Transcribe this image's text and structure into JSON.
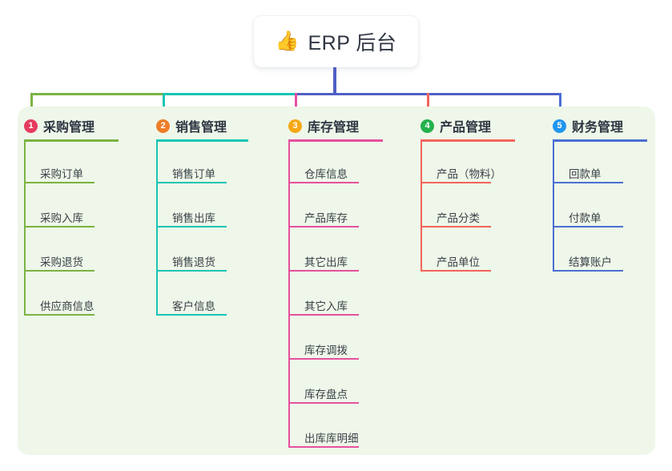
{
  "root": {
    "icon": "thumbs-up-emoji",
    "icon_glyph": "👍",
    "title": "ERP 后台"
  },
  "palette": {
    "page_background": "#ffffff",
    "panel_background": "#eef7e9",
    "trunk": "#4f5fc4",
    "text": "#2f3542",
    "leaf_text": "#3b4048"
  },
  "columns": [
    {
      "index": "1",
      "title": "采购管理",
      "line_color": "#7cb342",
      "badge_color": "#e63b60",
      "items": [
        "采购订单",
        "采购入库",
        "采购退货",
        "供应商信息"
      ]
    },
    {
      "index": "2",
      "title": "销售管理",
      "line_color": "#18c5b4",
      "badge_color": "#ef7d29",
      "items": [
        "销售订单",
        "销售出库",
        "销售退货",
        "客户信息"
      ]
    },
    {
      "index": "3",
      "title": "库存管理",
      "line_color": "#e6509f",
      "badge_color": "#f5a814",
      "items": [
        "仓库信息",
        "产品库存",
        "其它出库",
        "其它入库",
        "库存调拨",
        "库存盘点",
        "出库库明细"
      ]
    },
    {
      "index": "4",
      "title": "产品管理",
      "line_color": "#f2645c",
      "badge_color": "#23b14d",
      "items": [
        "产品（物料）",
        "产品分类",
        "产品单位"
      ]
    },
    {
      "index": "5",
      "title": "财务管理",
      "line_color": "#4a6fd4",
      "badge_color": "#2196f0",
      "items": [
        "回款单",
        "付款单",
        "结算账户"
      ]
    }
  ]
}
